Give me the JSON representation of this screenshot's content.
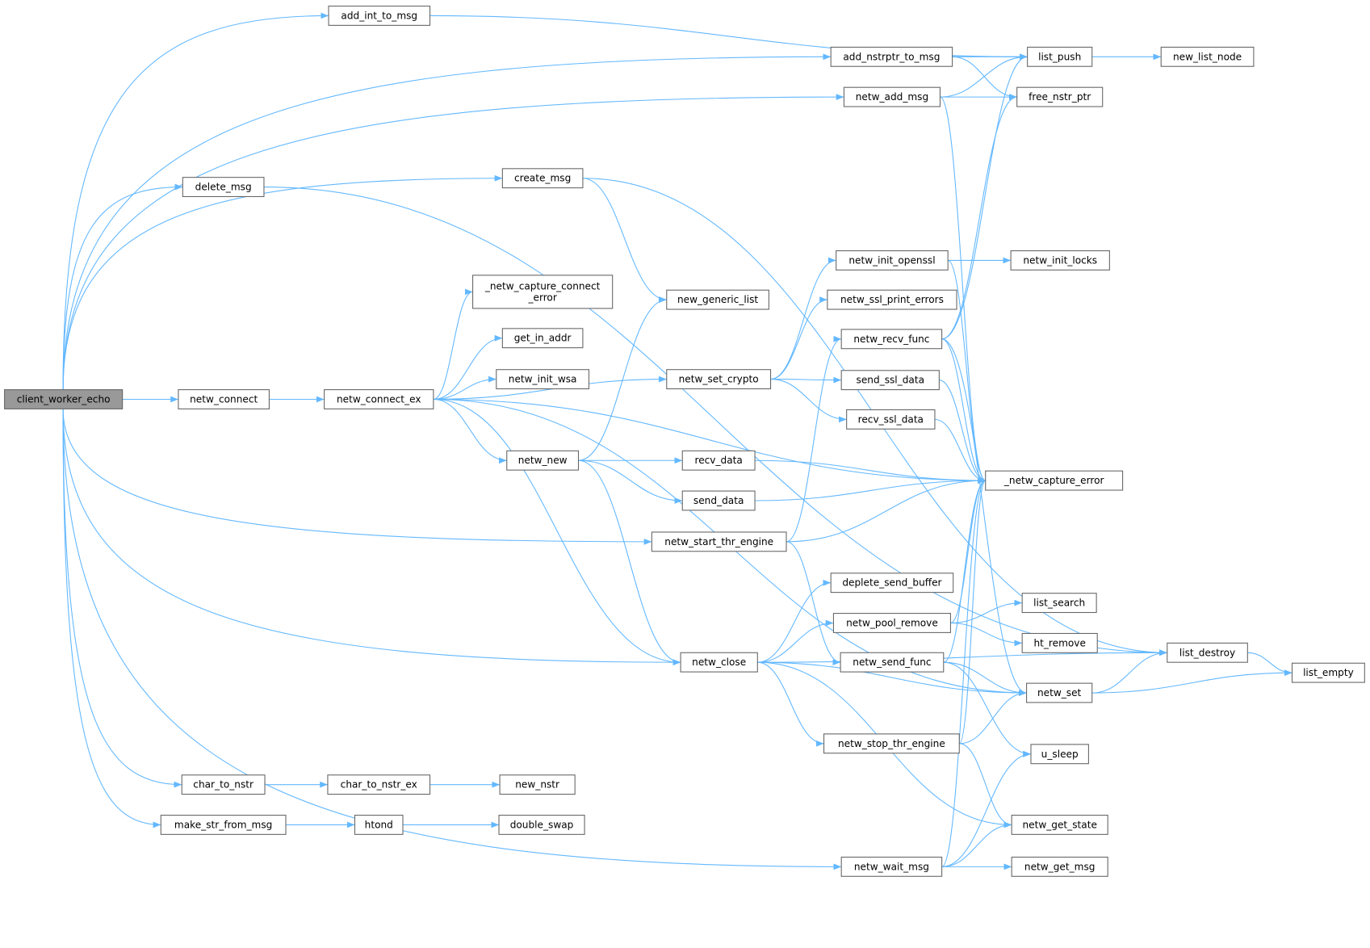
{
  "graph": {
    "root": "client_worker_echo",
    "colors": {
      "edge": "#63b8ff",
      "root_fill": "#999999",
      "node_border": "#666666"
    },
    "nodes": [
      "client_worker_echo",
      "add_int_to_msg",
      "add_nstrptr_to_msg",
      "list_push",
      "new_list_node",
      "free_nstr_ptr",
      "netw_add_msg",
      "delete_msg",
      "create_msg",
      "netw_init_openssl",
      "netw_init_locks",
      "_netw_capture_connect\n_error",
      "new_generic_list",
      "netw_ssl_print_errors",
      "get_in_addr",
      "netw_recv_func",
      "netw_init_wsa",
      "netw_set_crypto",
      "send_ssl_data",
      "netw_connect",
      "netw_connect_ex",
      "recv_ssl_data",
      "netw_new",
      "recv_data",
      "_netw_capture_error",
      "send_data",
      "netw_start_thr_engine",
      "deplete_send_buffer",
      "list_search",
      "netw_pool_remove",
      "ht_remove",
      "list_destroy",
      "netw_close",
      "netw_send_func",
      "list_empty",
      "netw_set",
      "netw_stop_thr_engine",
      "u_sleep",
      "char_to_nstr",
      "char_to_nstr_ex",
      "new_nstr",
      "make_str_from_msg",
      "htond",
      "double_swap",
      "netw_get_state",
      "netw_wait_msg",
      "netw_get_msg"
    ],
    "edges": [
      [
        "client_worker_echo",
        "add_int_to_msg"
      ],
      [
        "client_worker_echo",
        "add_nstrptr_to_msg"
      ],
      [
        "client_worker_echo",
        "netw_add_msg"
      ],
      [
        "client_worker_echo",
        "delete_msg"
      ],
      [
        "client_worker_echo",
        "create_msg"
      ],
      [
        "client_worker_echo",
        "netw_connect"
      ],
      [
        "client_worker_echo",
        "netw_start_thr_engine"
      ],
      [
        "client_worker_echo",
        "netw_close"
      ],
      [
        "client_worker_echo",
        "netw_wait_msg"
      ],
      [
        "client_worker_echo",
        "char_to_nstr"
      ],
      [
        "client_worker_echo",
        "make_str_from_msg"
      ],
      [
        "add_int_to_msg",
        "list_push"
      ],
      [
        "add_nstrptr_to_msg",
        "list_push"
      ],
      [
        "add_nstrptr_to_msg",
        "free_nstr_ptr"
      ],
      [
        "netw_add_msg",
        "list_push"
      ],
      [
        "netw_add_msg",
        "free_nstr_ptr"
      ],
      [
        "netw_add_msg",
        "_netw_capture_error"
      ],
      [
        "list_push",
        "new_list_node"
      ],
      [
        "delete_msg",
        "list_destroy"
      ],
      [
        "create_msg",
        "new_generic_list"
      ],
      [
        "create_msg",
        "list_destroy"
      ],
      [
        "netw_connect",
        "netw_connect_ex"
      ],
      [
        "netw_connect_ex",
        "_netw_capture_error"
      ],
      [
        "netw_connect_ex",
        "_netw_capture_connect\n_error"
      ],
      [
        "netw_connect_ex",
        "get_in_addr"
      ],
      [
        "netw_connect_ex",
        "netw_init_wsa"
      ],
      [
        "netw_connect_ex",
        "netw_set_crypto"
      ],
      [
        "netw_connect_ex",
        "netw_new"
      ],
      [
        "netw_connect_ex",
        "netw_close"
      ],
      [
        "netw_connect_ex",
        "netw_set"
      ],
      [
        "netw_new",
        "new_generic_list"
      ],
      [
        "netw_new",
        "recv_data"
      ],
      [
        "netw_new",
        "send_data"
      ],
      [
        "netw_new",
        "netw_close"
      ],
      [
        "netw_set_crypto",
        "netw_init_openssl"
      ],
      [
        "netw_set_crypto",
        "netw_ssl_print_errors"
      ],
      [
        "netw_set_crypto",
        "send_ssl_data"
      ],
      [
        "netw_set_crypto",
        "recv_ssl_data"
      ],
      [
        "netw_init_openssl",
        "netw_init_locks"
      ],
      [
        "netw_init_openssl",
        "_netw_capture_error"
      ],
      [
        "netw_recv_func",
        "list_push"
      ],
      [
        "netw_recv_func",
        "free_nstr_ptr"
      ],
      [
        "netw_recv_func",
        "_netw_capture_error"
      ],
      [
        "netw_recv_func",
        "netw_set"
      ],
      [
        "send_ssl_data",
        "_netw_capture_error"
      ],
      [
        "recv_ssl_data",
        "_netw_capture_error"
      ],
      [
        "recv_data",
        "_netw_capture_error"
      ],
      [
        "send_data",
        "_netw_capture_error"
      ],
      [
        "netw_start_thr_engine",
        "netw_recv_func"
      ],
      [
        "netw_start_thr_engine",
        "_netw_capture_error"
      ],
      [
        "netw_start_thr_engine",
        "netw_send_func"
      ],
      [
        "netw_close",
        "deplete_send_buffer"
      ],
      [
        "netw_close",
        "netw_pool_remove"
      ],
      [
        "netw_close",
        "netw_set"
      ],
      [
        "netw_close",
        "netw_stop_thr_engine"
      ],
      [
        "netw_close",
        "netw_get_state"
      ],
      [
        "netw_close",
        "list_destroy"
      ],
      [
        "netw_pool_remove",
        "_netw_capture_error"
      ],
      [
        "netw_pool_remove",
        "list_search"
      ],
      [
        "netw_pool_remove",
        "ht_remove"
      ],
      [
        "netw_send_func",
        "_netw_capture_error"
      ],
      [
        "netw_send_func",
        "netw_set"
      ],
      [
        "netw_send_func",
        "u_sleep"
      ],
      [
        "netw_stop_thr_engine",
        "_netw_capture_error"
      ],
      [
        "netw_stop_thr_engine",
        "netw_set"
      ],
      [
        "netw_stop_thr_engine",
        "netw_get_state"
      ],
      [
        "netw_set",
        "list_destroy"
      ],
      [
        "netw_set",
        "list_empty"
      ],
      [
        "list_destroy",
        "list_empty"
      ],
      [
        "char_to_nstr",
        "char_to_nstr_ex"
      ],
      [
        "char_to_nstr_ex",
        "new_nstr"
      ],
      [
        "make_str_from_msg",
        "htond"
      ],
      [
        "htond",
        "double_swap"
      ],
      [
        "netw_wait_msg",
        "_netw_capture_error"
      ],
      [
        "netw_wait_msg",
        "u_sleep"
      ],
      [
        "netw_wait_msg",
        "netw_get_state"
      ],
      [
        "netw_wait_msg",
        "netw_get_msg"
      ]
    ]
  }
}
